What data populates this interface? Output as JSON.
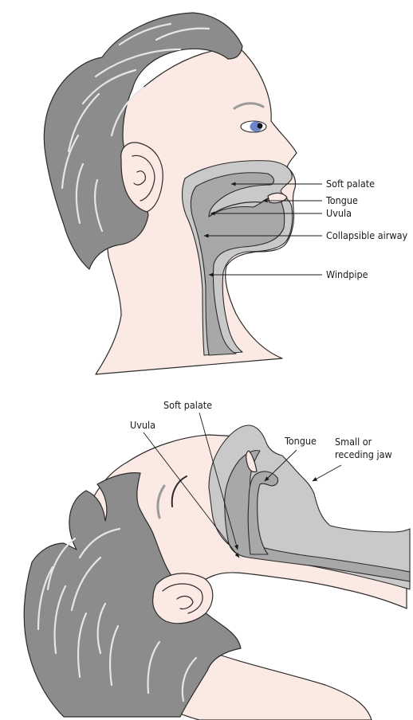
{
  "top_figure": {
    "labels": {
      "soft_palate": "Soft palate",
      "tongue": "Tongue",
      "uvula": "Uvula",
      "collapsible_airway": "Collapsible airway",
      "windpipe": "Windpipe"
    }
  },
  "bottom_figure": {
    "labels": {
      "soft_palate": "Soft palate",
      "uvula": "Uvula",
      "tongue": "Tongue",
      "small_jaw_line1": "Small or",
      "small_jaw_line2": "receding jaw"
    }
  },
  "colors": {
    "hair": "#8c8c8c",
    "skin": "#fbe9e4",
    "airway_dark": "#a8a8a8",
    "airway_light": "#c9c9c9",
    "eye": "#6f86c8"
  }
}
